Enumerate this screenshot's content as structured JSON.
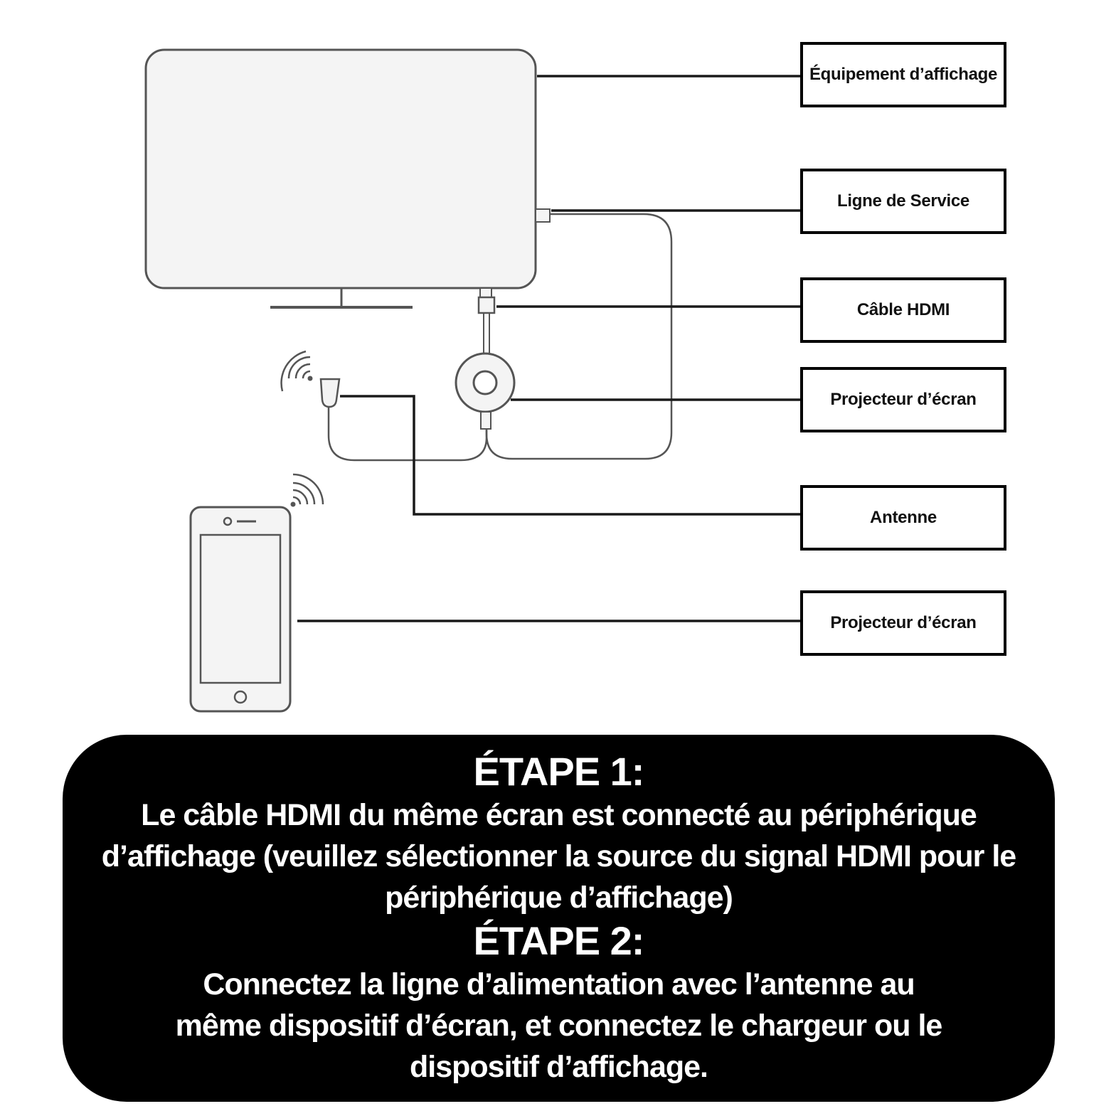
{
  "colors": {
    "outline": "#555555",
    "connector": "#1a1a1a",
    "device_fill": "#f4f4f4",
    "panel": "#000000",
    "panel_text": "#ffffff"
  },
  "labels": {
    "display_equipment": "Équipement d’affichage",
    "service_line": "Ligne de Service",
    "hdmi_cable": "Câble HDMI",
    "screen_projector": "Projecteur d’écran",
    "antenna": "Antenne",
    "phone_projector": "Projecteur d’écran"
  },
  "icons": {
    "tv": "tv-icon",
    "dongle": "dongle-icon",
    "antenna": "antenna-icon",
    "phone": "smartphone-icon",
    "wifi": "wifi-signal-icon"
  },
  "instructions": {
    "step1_title": "ÉTAPE 1:",
    "step1_text": "Le câble HDMI du même écran est connecté au périphérique d’affichage (veuillez sélectionner la source du signal HDMI pour le périphérique d’affichage)",
    "step2_title": "ÉTAPE 2:",
    "step2_text": "Connectez la ligne d’alimentation avec l’antenne au même dispositif d’écran, et connectez le chargeur ou le dispositif d’affichage."
  }
}
